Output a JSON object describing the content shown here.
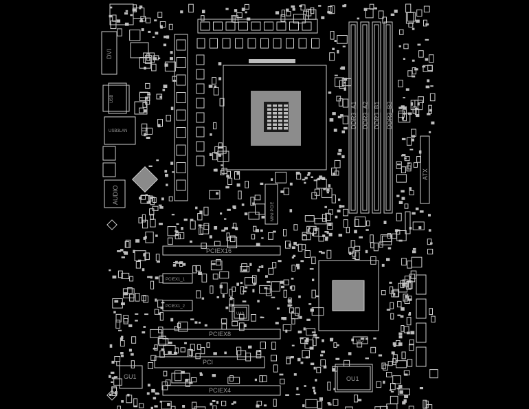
{
  "board": {
    "labels": {
      "dvi": "DVI",
      "usb": "USB",
      "usb3_lan": "USB3LAN",
      "audio": "AUDIO",
      "pciex16": "PCIEX16",
      "pciex1_1": "PCIEX1_1",
      "pciex1_2": "PCIEX1_2",
      "u43": "U43",
      "pciex8": "PCIEX8",
      "pci": "PCI",
      "gu1": "GU1",
      "pciex4": "PCIEX4",
      "ou1": "OU1",
      "nk2": "NK2",
      "mini_pcie": "MINI PCIE",
      "atx": "ATX",
      "ddr3_a1": "DDR3_A1",
      "ddr3_a2": "DDR3_A2",
      "ddr3_b1": "DDR3_B1",
      "ddr3_b2": "DDR3_B2"
    },
    "colors": {
      "background": "#000000",
      "outline": "#cfcfcf",
      "fill": "#bdbdbd"
    }
  }
}
